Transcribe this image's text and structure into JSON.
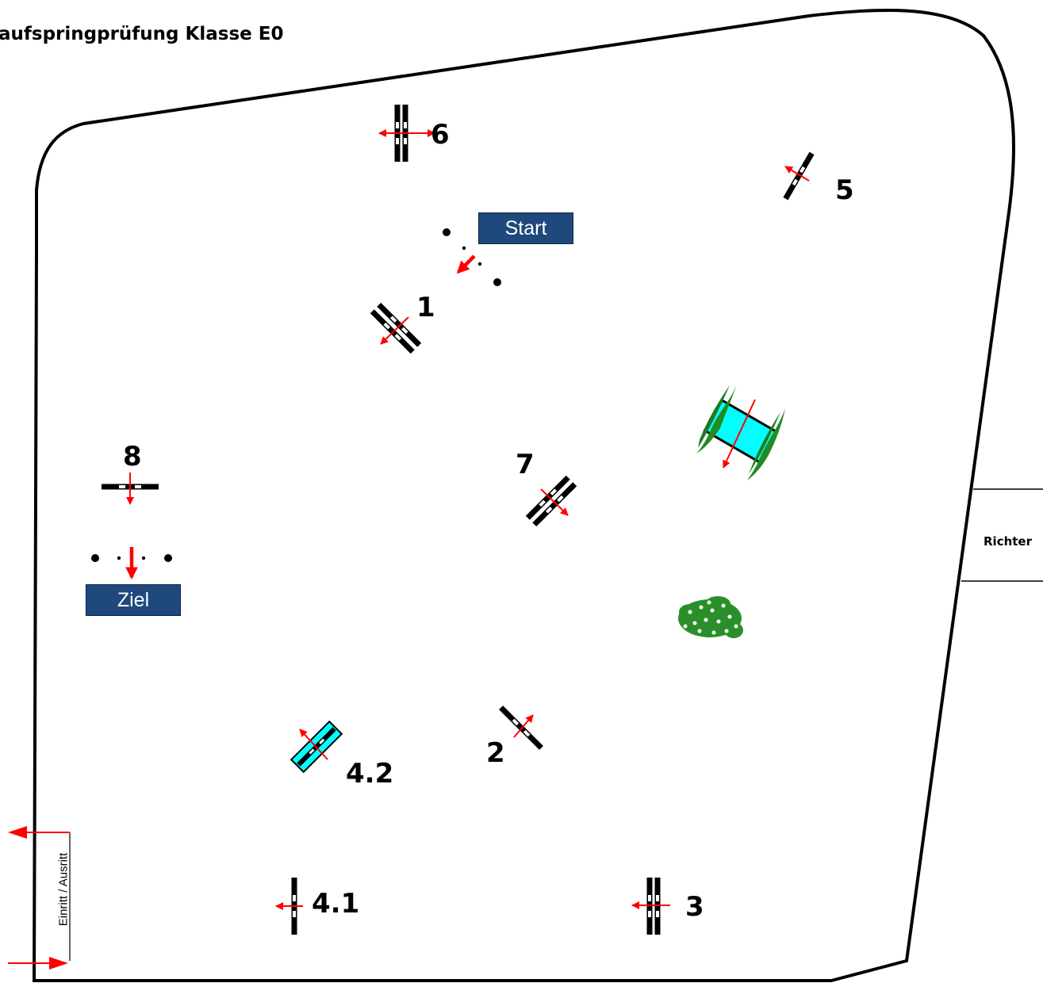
{
  "title": "aufspringprüfung Klasse E0",
  "start_label": "Start",
  "finish_label": "Ziel",
  "judge_label": "Richter",
  "entry_label": "Einritt / Ausritt",
  "obstacles": [
    "1",
    "2",
    "3",
    "4.1",
    "4.2",
    "5",
    "6",
    "7",
    "8"
  ],
  "colors": {
    "arena_line": "#000000",
    "direction_arrow": "#ff0000",
    "label_box": "#1f497d",
    "water": "#00ffff",
    "hedge": "#228b22",
    "flower_bed": "#2a8f2a"
  },
  "icons": [
    "start-line-icon",
    "finish-line-icon",
    "jump-fence-icon",
    "water-jump-icon",
    "hedge-icon",
    "flower-bed-icon",
    "direction-arrow-icon",
    "entry-arrow-icon",
    "exit-arrow-icon"
  ]
}
